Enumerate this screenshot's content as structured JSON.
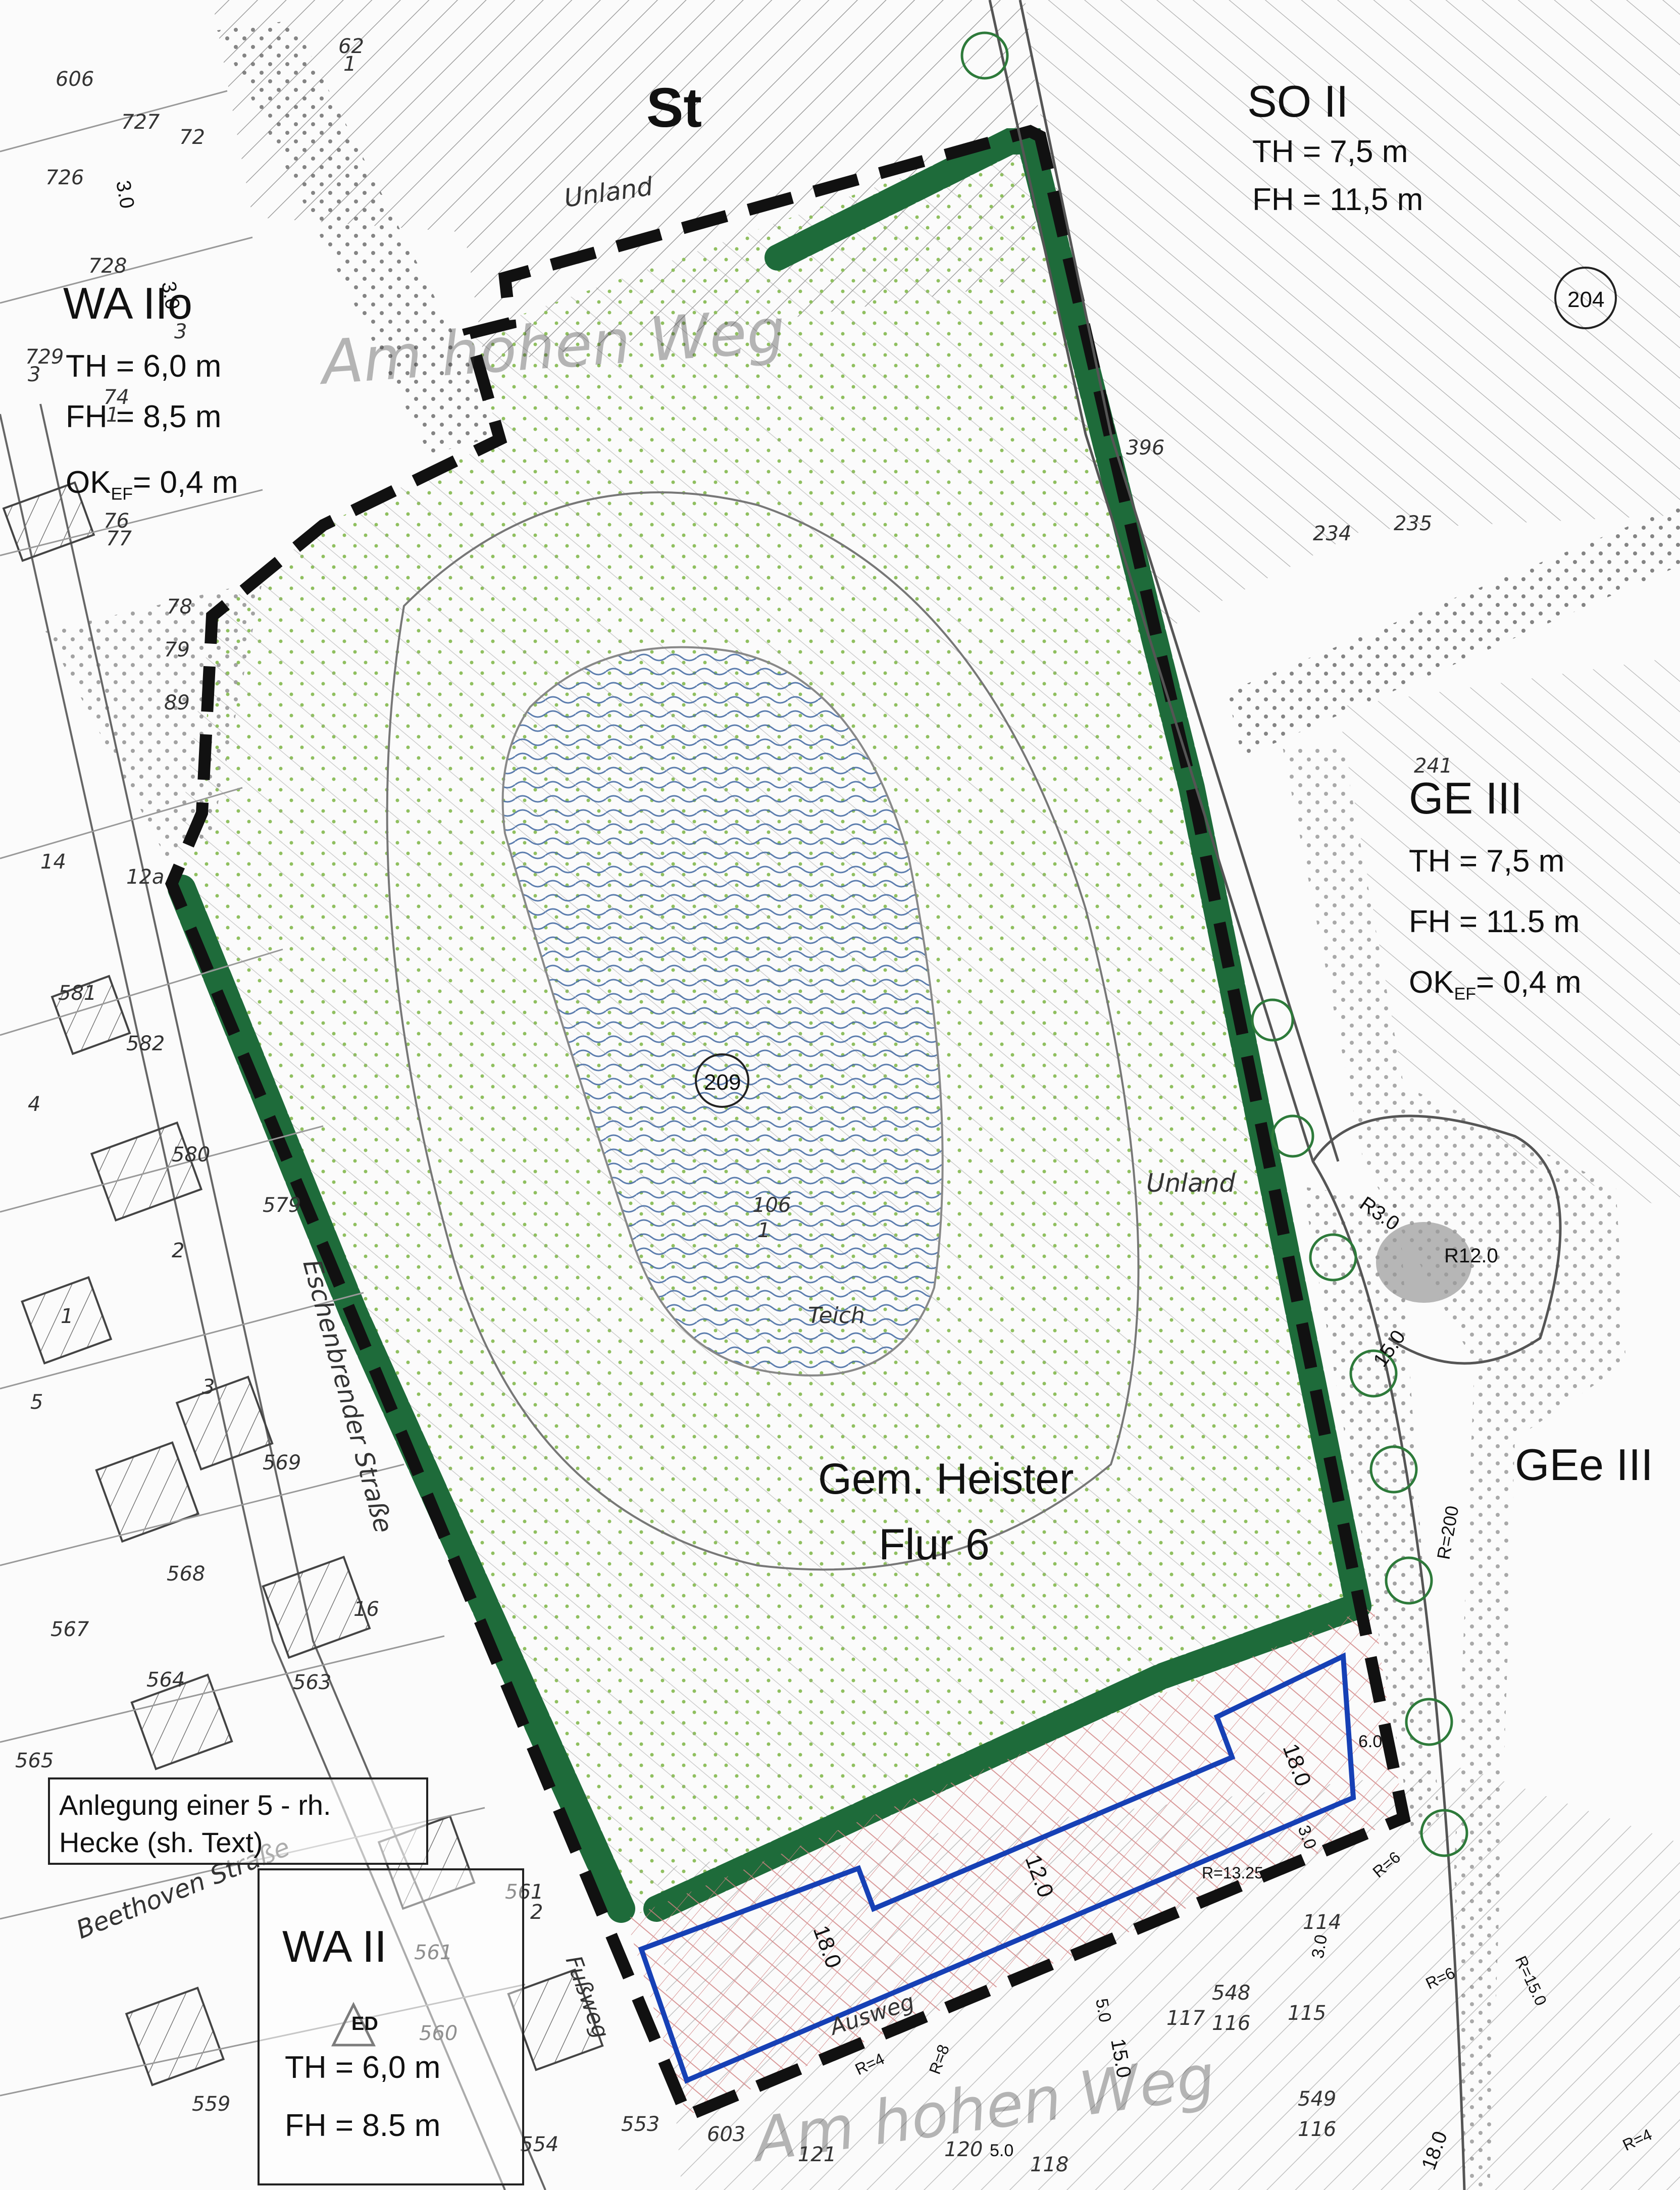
{
  "zones": {
    "st": {
      "label": "St"
    },
    "so": {
      "label": "SO II",
      "th": "TH = 7,5 m",
      "fh": "FH = 11,5 m"
    },
    "wa_top": {
      "label": "WA IIo",
      "th": "TH = 6,0 m",
      "fh": "FH = 8,5 m",
      "ok": "OK",
      "ok_sub": "EF",
      "ok_val": "= 0,4 m"
    },
    "ge": {
      "label": "GE III",
      "th": "TH = 7,5 m",
      "fh": "FH = 11.5 m",
      "ok": "OK",
      "ok_sub": "EF",
      "ok_val": "= 0,4 m"
    },
    "gee": {
      "label": "GEe III"
    },
    "wa_bottom": {
      "label": "WA II",
      "badge": "ED",
      "th": "TH = 6,0 m",
      "fh": "FH = 8.5 m"
    }
  },
  "center": {
    "line1": "Gem. Heister",
    "line2": "Flur 6"
  },
  "note": {
    "line1": "Anlegung einer 5 - rh.",
    "line2": "Hecke (sh. Text)"
  },
  "circles": {
    "c209": "209",
    "c204": "204"
  },
  "streets": {
    "am_hohen_weg_top": "Am hohen Weg",
    "am_hohen_weg_bottom": "Am hohen Weg",
    "eschenbrender": "Eschenbrender Straße",
    "beethoven": "Beethoven Straße",
    "fussweg": "Fußweg",
    "ausweg": "Ausweg"
  },
  "features": {
    "unland1": "Unland",
    "unland2": "Unland",
    "teich": "Teich",
    "pond_parcel": "106",
    "pond_parcel_sub": "1"
  },
  "dimensions": {
    "r3": "R3.0",
    "r12": "R12.0",
    "d15": "15.0",
    "r200": "R=200",
    "d18a": "18.0",
    "d6": "6.0",
    "d12": "12.0",
    "d18b": "18.0",
    "d3": "3.0",
    "r1325": "R=13.25",
    "r6a": "R=6",
    "r6b": "R=6",
    "r15": "R=15.0",
    "r4a": "R=4",
    "r4b": "R=4",
    "r8": "R=8",
    "d5": "5.0",
    "d15b": "15.0",
    "d3b": "3.0",
    "d18c": "18.0",
    "d5b": "5.0",
    "d30a": "3.0",
    "d30b": "3.0"
  },
  "parcels": [
    "606",
    "727",
    "72",
    "726",
    "728",
    "729",
    "3",
    "74",
    "1",
    "76",
    "77",
    "78",
    "79",
    "89",
    "12a",
    "14",
    "581",
    "582",
    "4",
    "580",
    "579",
    "2",
    "1",
    "3",
    "569",
    "5",
    "568",
    "567",
    "16",
    "564",
    "563",
    "565",
    "561",
    "2",
    "561",
    "560",
    "559",
    "554",
    "553",
    "603",
    "121",
    "120",
    "118",
    "117",
    "548",
    "116",
    "549",
    "116",
    "115",
    "114",
    "241",
    "234",
    "235",
    "396",
    "62",
    "1",
    "3"
  ],
  "colors": {
    "green": "#1e6b3a",
    "boundary": "#111111",
    "water": "#4a6fa5",
    "blue_line": "#1640b5",
    "stipple": "#8fbf5f"
  }
}
